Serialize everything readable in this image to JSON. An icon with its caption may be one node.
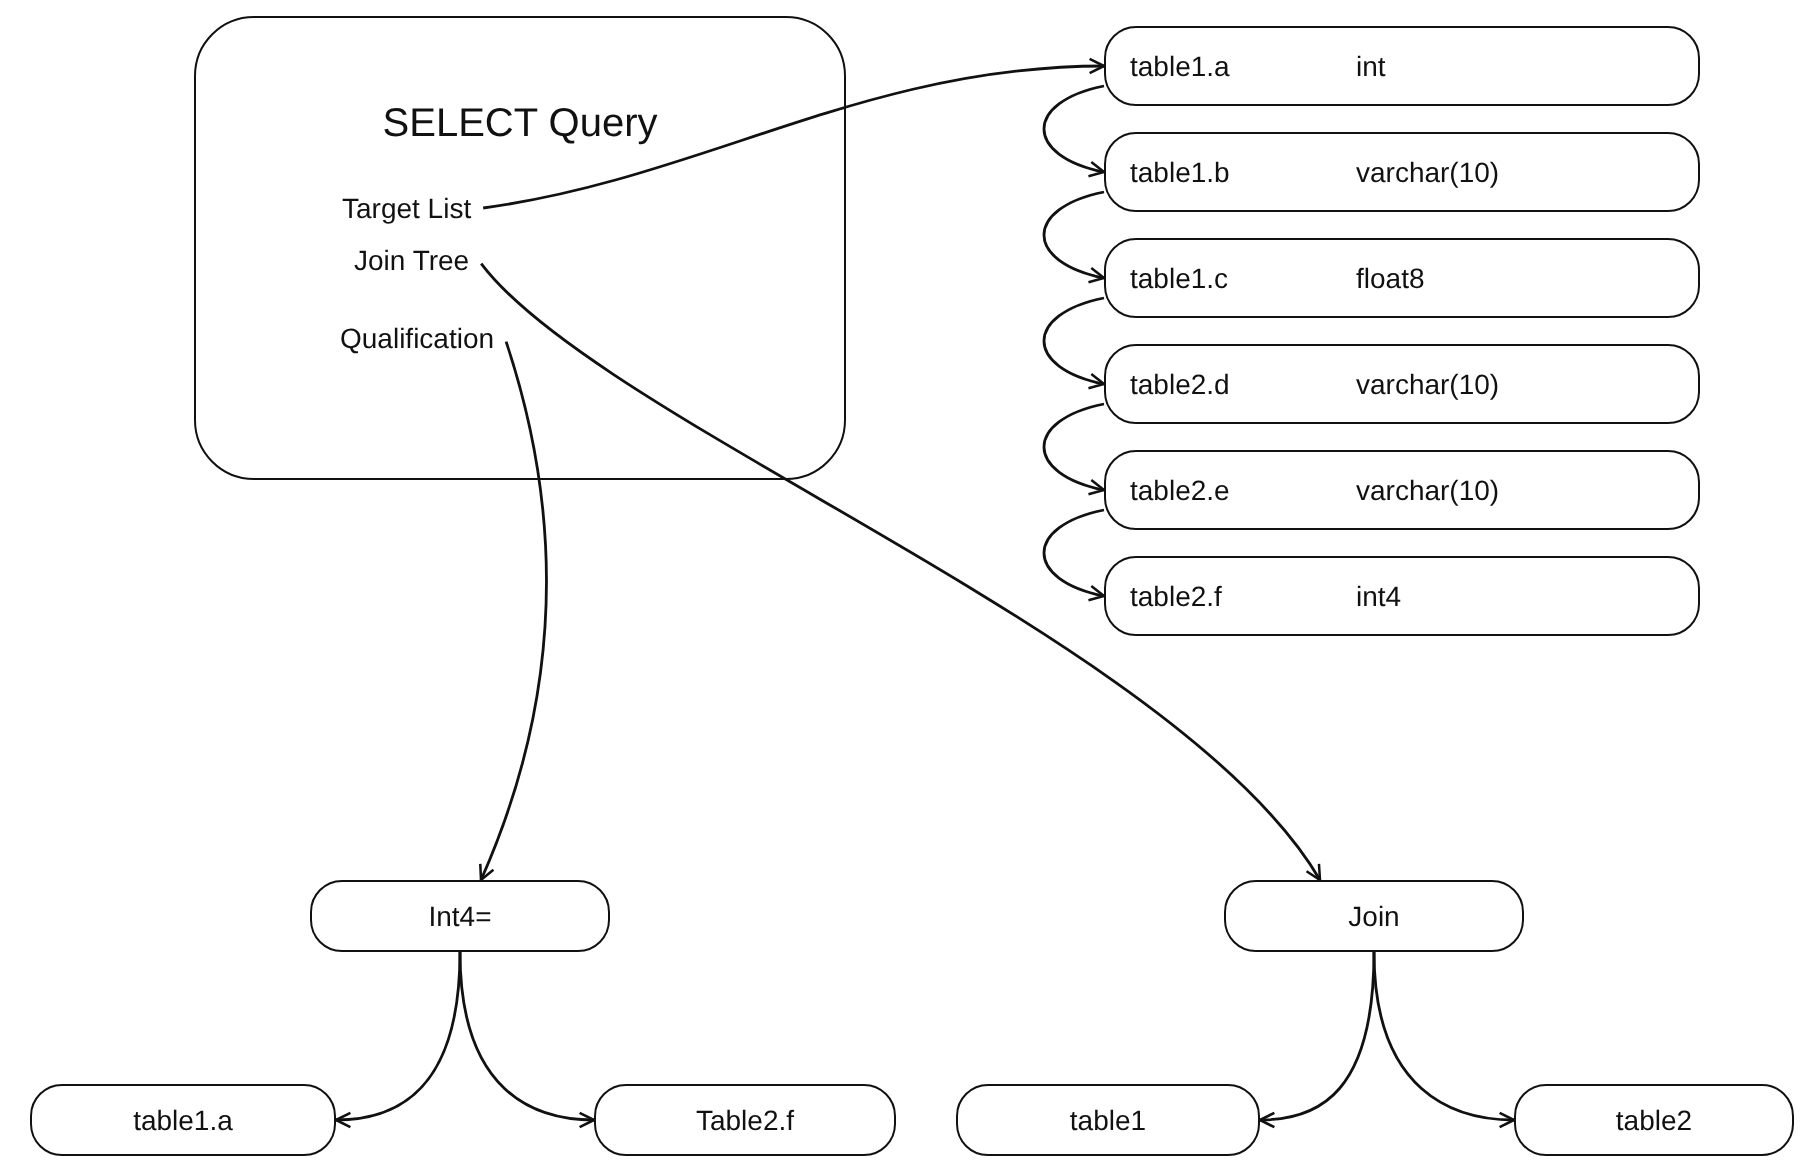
{
  "diagram": {
    "nodes": [
      {
        "text": [
          "SELECT Query"
        ]
      },
      {
        "text": [
          "Target List"
        ],
        "in": 0
      },
      {
        "text": [
          "Join Tree"
        ],
        "in": 0
      },
      {
        "text": [
          "Qualification"
        ],
        "in": 0
      },
      {
        "text": [
          "table1.a",
          "int"
        ]
      },
      {
        "text": [
          "table1.b",
          "varchar(10)"
        ]
      },
      {
        "text": [
          "table1.c",
          "float8"
        ]
      },
      {
        "text": [
          "table2.d",
          "varchar(10)"
        ]
      },
      {
        "text": [
          "table2.e",
          "varchar(10)"
        ]
      },
      {
        "text": [
          "table2.f",
          "int4"
        ]
      },
      {
        "text": [
          "Int4="
        ]
      },
      {
        "text": [
          "Join"
        ]
      },
      {
        "text": [
          "table1.a"
        ]
      },
      {
        "text": [
          "Table2.f"
        ]
      },
      {
        "text": [
          "table1"
        ]
      },
      {
        "text": [
          "table2"
        ]
      }
    ],
    "edges": [
      {
        "from": 1,
        "to": 4,
        "arrow": "to"
      },
      {
        "from": 4,
        "to": 5,
        "arrow": "to"
      },
      {
        "from": 5,
        "to": 6,
        "arrow": "to"
      },
      {
        "from": 6,
        "to": 7,
        "arrow": "to"
      },
      {
        "from": 7,
        "to": 8,
        "arrow": "to"
      },
      {
        "from": 8,
        "to": 9,
        "arrow": "to"
      },
      {
        "from": 3,
        "to": 10,
        "arrow": "to"
      },
      {
        "from": 2,
        "to": 11,
        "arrow": "to"
      },
      {
        "from": 10,
        "to": 12,
        "arrow": "to"
      },
      {
        "from": 10,
        "to": 13,
        "arrow": "to"
      },
      {
        "from": 11,
        "to": 14,
        "arrow": "to"
      },
      {
        "from": 11,
        "to": 15,
        "arrow": "to"
      }
    ]
  }
}
